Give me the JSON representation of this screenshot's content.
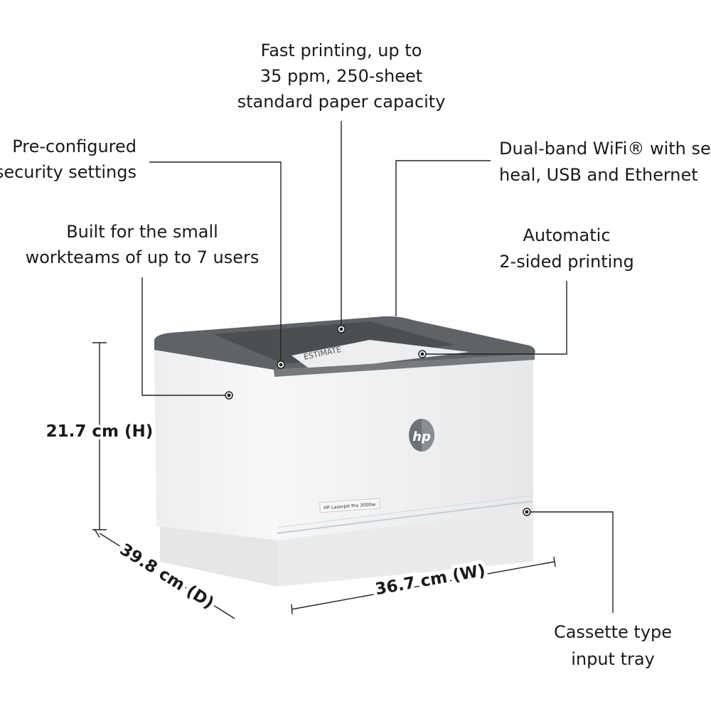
{
  "callouts": {
    "fast_printing": [
      "Fast printing, up to",
      "35 ppm, 250-sheet",
      "standard paper capacity"
    ],
    "security": [
      "Pre-configured",
      "security settings"
    ],
    "workteams": [
      "Built for the small",
      "workteams of up to 7 users"
    ],
    "connectivity": [
      "Dual-band WiFi® with self",
      "heal, USB and Ethernet"
    ],
    "duplex": [
      "Automatic",
      "2-sided printing"
    ],
    "tray": [
      "Cassette type",
      "input tray"
    ]
  },
  "dimensions": {
    "height": "21.7 cm (H)",
    "depth": "39.8 cm (D)",
    "width": "36.7 cm (W)"
  },
  "product": {
    "brand_logo": "hp",
    "model_label": "HP LaserJet Pro 3000w",
    "paper_text": "ESTIMATE"
  },
  "colors": {
    "printer_top": "#5f6266",
    "printer_body": "#f1f2f4",
    "line": "#222222"
  }
}
